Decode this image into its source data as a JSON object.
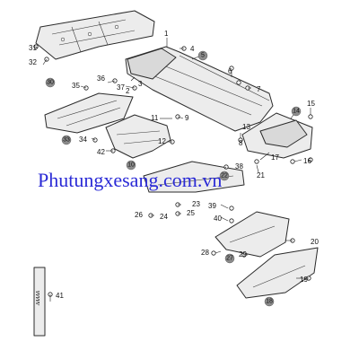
{
  "watermark": "Phutungxesang.com.vn",
  "callouts": {
    "c1": "1",
    "c2": "2",
    "c3": "3",
    "c4": "4",
    "c5": "5",
    "c6": "6",
    "c7": "7",
    "c8": "8",
    "c9": "9",
    "c10": "10",
    "c11": "11",
    "c12": "12",
    "c13": "13",
    "c14": "14",
    "c15": "15",
    "c16": "16",
    "c17": "17",
    "c18": "18",
    "c19": "19",
    "c20": "20",
    "c21": "21",
    "c22": "22",
    "c23": "23",
    "c24": "24",
    "c25": "25",
    "c26": "26",
    "c27": "27",
    "c28": "28",
    "c29": "29",
    "c30": "30",
    "c31": "31",
    "c32": "32",
    "c33": "33",
    "c34": "34",
    "c35": "35",
    "c36": "36",
    "c37": "37",
    "c38": "38",
    "c39": "39",
    "c40": "40",
    "c41": "41",
    "c42": "42"
  },
  "strip_text": "ᴧᴧᴧᴧᴧ",
  "colors": {
    "badge": "#8c8c8c",
    "watermark": "#2a2ad6"
  }
}
